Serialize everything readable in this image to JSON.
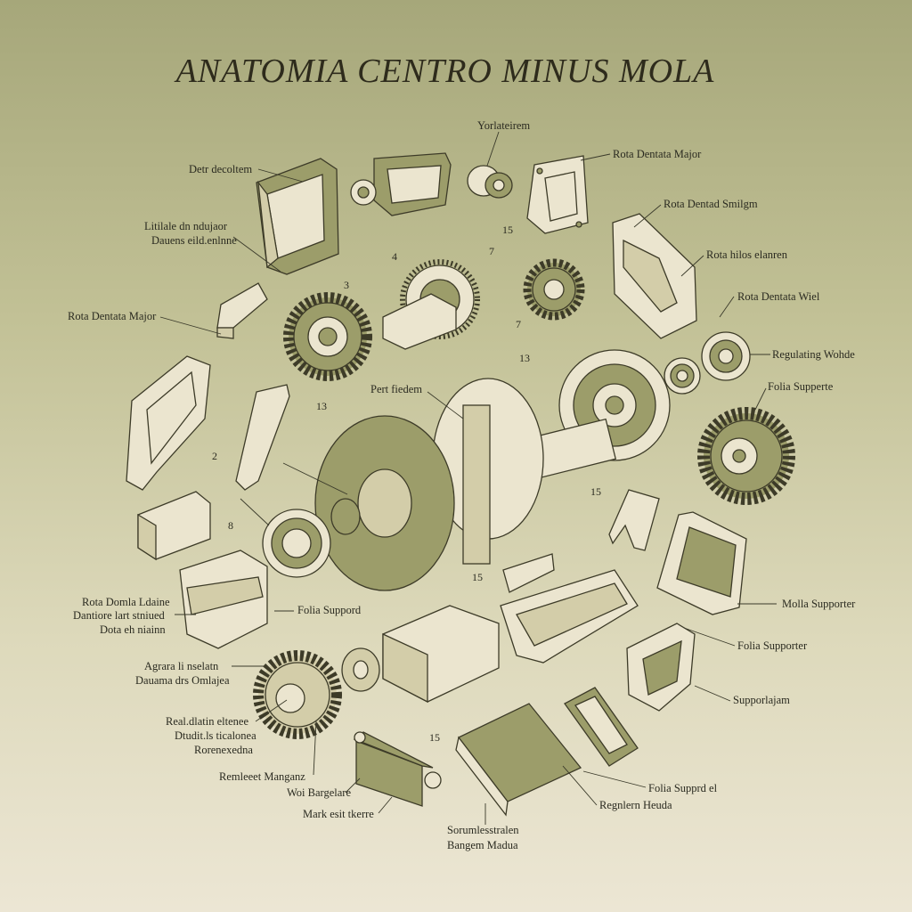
{
  "title": "ANATOMIA CENTRO MINUS MOLA",
  "labels": {
    "yorlateirem": "Yorlateirem",
    "rota_dentata_major_top": "Rota Dentata Major",
    "rota_dentad_smilgm": "Rota Dentad Smilgm",
    "rota_hilos_elanren": "Rota hilos elanren",
    "rota_dentata_wiel": "Rota Dentata Wiel",
    "regulating_wohde": "Regulating Wohde",
    "folia_supperte": "Folia Supperte",
    "molla_supporter": "Molla Supporter",
    "folia_supporter": "Folia Supporter",
    "supporlajam": "Supporlajam",
    "folia_supprd_el": "Folia Supprd el",
    "regnlern_heuda": "Regnlern Heuda",
    "sornmless_line1": "Sorumlesstralen",
    "sornmless_line2": "Bangem Madua",
    "mark_esit_tkerre": "Mark esit tkerre",
    "woi_bargelare": "Woi Bargelare",
    "remleeet_manganz": "Remleeet Manganz",
    "real_line1": "Real.dlatin eltenee",
    "real_line2": "Dtudit.ls ticalonea",
    "real_line3": "Rorenexedna",
    "agrara_line1": "Agrara li nselatn",
    "agrara_line2": "Dauama drs Omlajea",
    "folia_suppord": "Folia Suppord",
    "rota_domla_line1": "Rota Domla Ldaine",
    "rota_domla_line2": "Dantiore lart stniued",
    "rota_domla_line3": "Dota eh niainn",
    "rota_dentata_major_left": "Rota Dentata Major",
    "litilale_line1": "Litilale dn ndujaor",
    "litilale_line2": "Dauens eild.enlnne",
    "detr_decoltem": "Detr decoltem",
    "pert_fiedem": "Pert fiedem"
  },
  "numbers": {
    "n15_top": "15",
    "n7_a": "7",
    "n4": "4",
    "n3": "3",
    "n7_b": "7",
    "n13_right": "13",
    "n13_left": "13",
    "n2": "2",
    "n8": "8",
    "n15_mid": "15",
    "n15_right": "15",
    "n15_bottom": "15"
  },
  "colors": {
    "olive_dark": "#9c9d6a",
    "cream": "#ebe5cf",
    "ink": "#3d3b28"
  }
}
